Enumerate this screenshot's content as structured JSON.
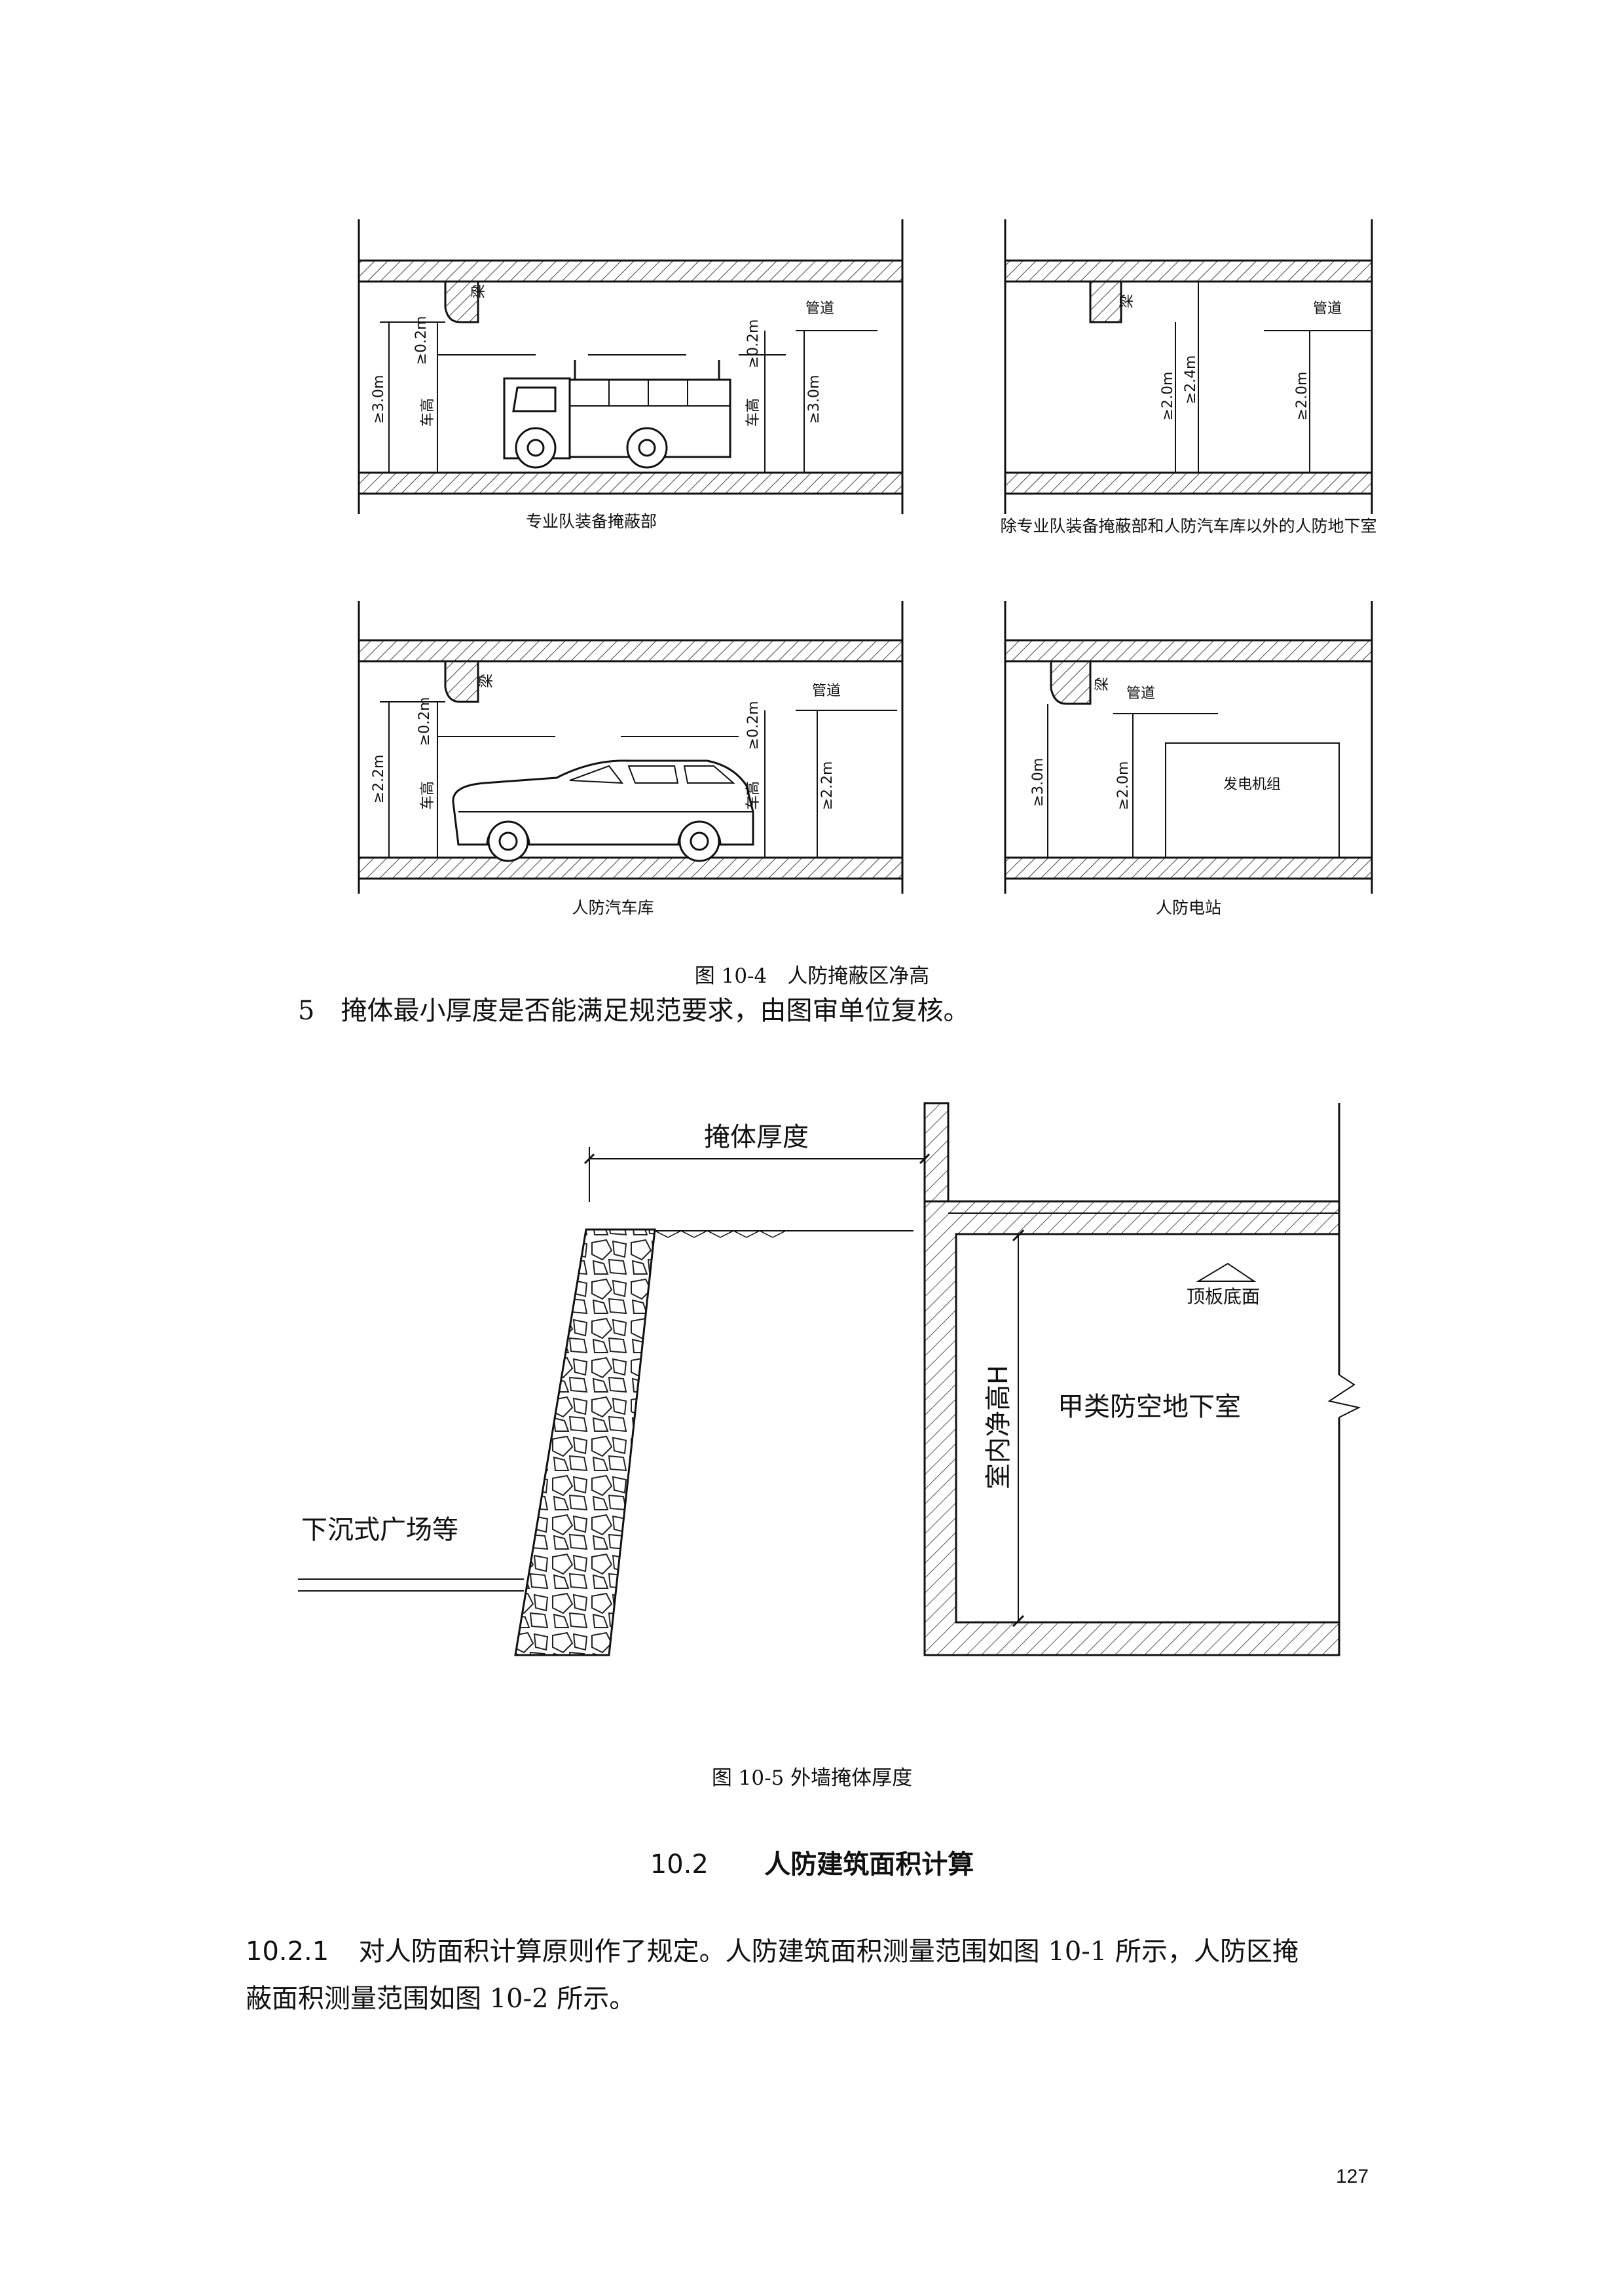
{
  "fig_10_4": {
    "panels": {
      "a": {
        "beam": "梁",
        "pipe": "管道",
        "d1": "≥0.2m",
        "d2": "≥0.2m",
        "h_left": "≥3.0m",
        "h_right": "≥3.0m",
        "veh_l": "车高",
        "veh_r": "车高",
        "title": "专业队装备掩蔽部"
      },
      "b": {
        "beam": "梁",
        "pipe": "管道",
        "h1": "≥2.0m",
        "h2": "≥2.4m",
        "h3": "≥2.0m",
        "title": "除专业队装备掩蔽部和人防汽车库以外的人防地下室"
      },
      "c": {
        "beam": "梁",
        "pipe": "管道",
        "d1": "≥0.2m",
        "d2": "≥0.2m",
        "h_left": "≥2.2m",
        "h_right": "≥2.2m",
        "veh_l": "车高",
        "veh_r": "车高",
        "title": "人防汽车库"
      },
      "d": {
        "beam": "梁",
        "pipe": "管道",
        "h1": "≥3.0m",
        "h2": "≥2.0m",
        "gen": "发电机组",
        "title": "人防电站"
      }
    },
    "caption": "图 10-4　人防掩蔽区净高"
  },
  "item5": "5　掩体最小厚度是否能满足规范要求，由图审单位复核。",
  "fig_10_5": {
    "thickness": "掩体厚度",
    "roof": "顶板底面",
    "height": "室内净高H",
    "room": "甲类防空地下室",
    "plaza": "下沉式广场等",
    "caption": "图 10-5 外墙掩体厚度"
  },
  "section": {
    "number": "10.2",
    "title": "人防建筑面积计算"
  },
  "clause": {
    "number": "10.2.1",
    "line1": "对人防面积计算原则作了规定。人防建筑面积测量范围如图 10-1 所示，人防区掩",
    "line2": "蔽面积测量范围如图 10-2 所示。"
  },
  "page_number": "127"
}
